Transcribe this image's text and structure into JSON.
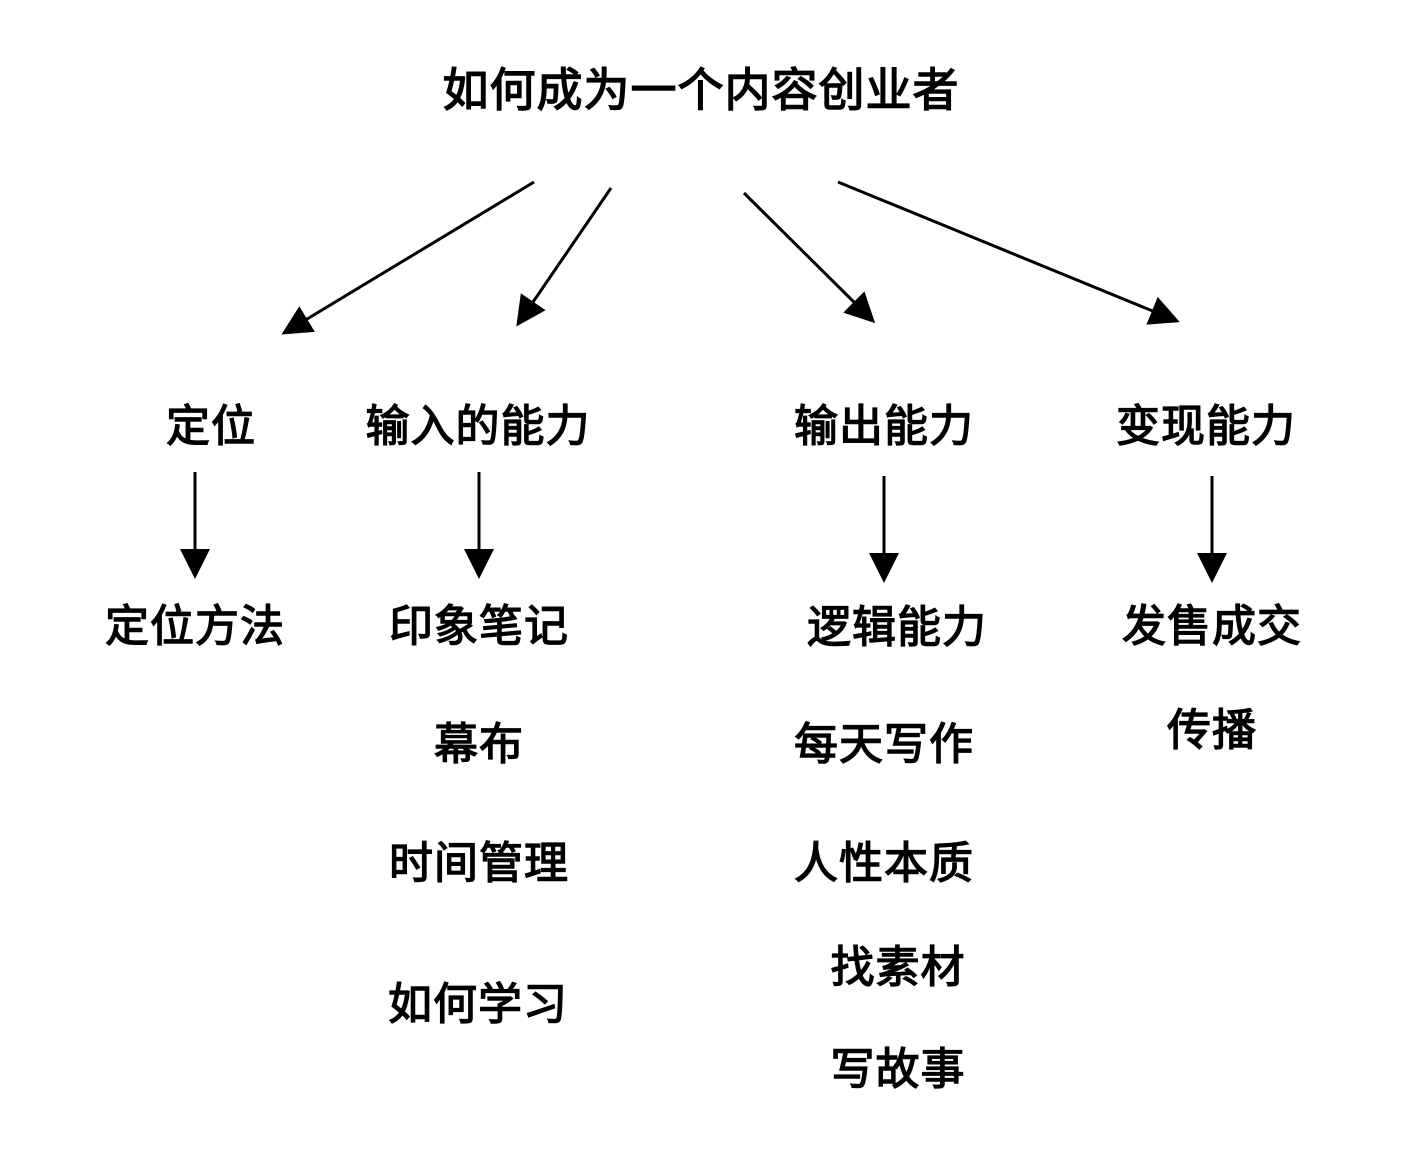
{
  "diagram": {
    "title": "如何成为一个内容创业者",
    "categories": [
      {
        "label": "定位",
        "items": [
          "定位方法"
        ]
      },
      {
        "label": "输入的能力",
        "items": [
          "印象笔记",
          "幕布",
          "时间管理",
          "如何学习"
        ]
      },
      {
        "label": "输出能力",
        "items": [
          "逻辑能力",
          "每天写作",
          "人性本质",
          "找素材",
          "写故事"
        ]
      },
      {
        "label": "变现能力",
        "items": [
          "发售成交",
          "传播"
        ]
      }
    ]
  }
}
